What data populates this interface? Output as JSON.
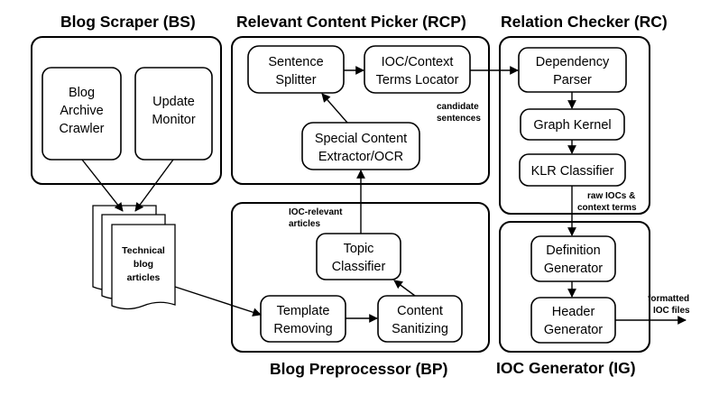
{
  "panels": {
    "bs": {
      "title": "Blog Scraper (BS)"
    },
    "rcp": {
      "title": "Relevant Content Picker (RCP)"
    },
    "rc": {
      "title": "Relation Checker (RC)"
    },
    "bp": {
      "title": "Blog Preprocessor (BP)"
    },
    "ig": {
      "title": "IOC Generator (IG)"
    }
  },
  "nodes": {
    "blog_archive_crawler": [
      "Blog",
      "Archive",
      "Crawler"
    ],
    "update_monitor": [
      "Update",
      "Monitor"
    ],
    "sentence_splitter": [
      "Sentence",
      "Splitter"
    ],
    "ioc_context_locator": [
      "IOC/Context",
      "Terms Locator"
    ],
    "special_content_extractor": [
      "Special Content",
      "Extractor/OCR"
    ],
    "dependency_parser": [
      "Dependency",
      "Parser"
    ],
    "graph_kernel": [
      "Graph Kernel"
    ],
    "klr_classifier": [
      "KLR Classifier"
    ],
    "topic_classifier": [
      "Topic",
      "Classifier"
    ],
    "template_removing": [
      "Template",
      "Removing"
    ],
    "content_sanitizing": [
      "Content",
      "Sanitizing"
    ],
    "definition_generator": [
      "Definition",
      "Generator"
    ],
    "header_generator": [
      "Header",
      "Generator"
    ],
    "technical_blog_articles": [
      "Technical",
      "blog",
      "articles"
    ]
  },
  "edge_labels": {
    "candidate_sentences": [
      "candidate",
      "sentences"
    ],
    "ioc_relevant_articles": [
      "IOC-relevant",
      "articles"
    ],
    "raw_iocs": [
      "raw IOCs &",
      "context terms"
    ],
    "formatted_ioc_files": [
      "formatted",
      "IOC files"
    ]
  }
}
